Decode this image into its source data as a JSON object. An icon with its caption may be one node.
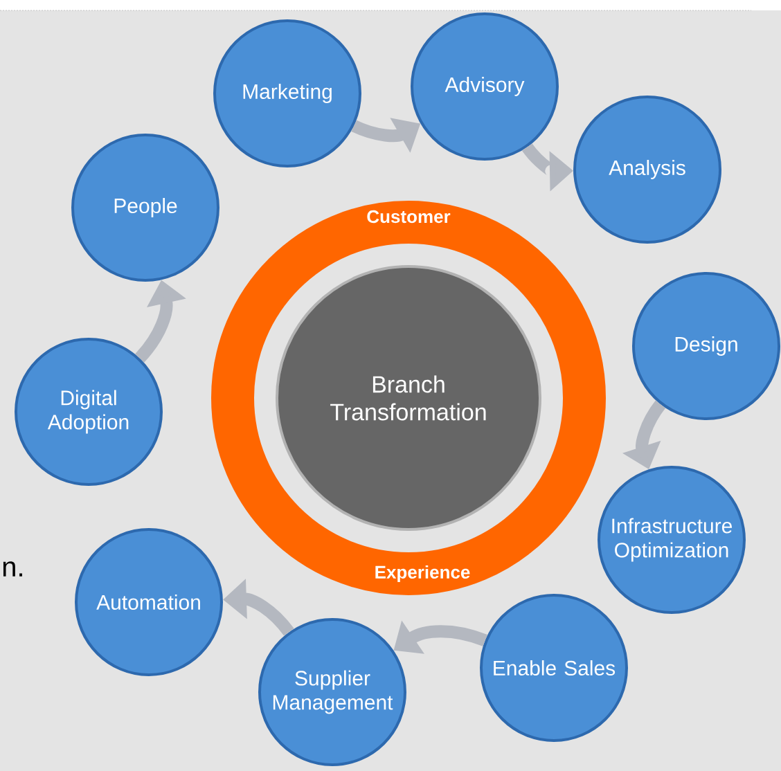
{
  "diagram": {
    "nodes": [
      {
        "text": [
          "Customer",
          "Experience"
        ]
      },
      {
        "text": [
          "Branch Transformation"
        ],
        "in": 0
      },
      {
        "text": [
          "Marketing"
        ]
      },
      {
        "text": [
          "Advisory"
        ]
      },
      {
        "text": [
          "Analysis"
        ]
      },
      {
        "text": [
          "Design"
        ]
      },
      {
        "text": [
          "Infrastructure Optimization"
        ]
      },
      {
        "text": [
          "Enable Sales"
        ]
      },
      {
        "text": [
          "Supplier Management"
        ]
      },
      {
        "text": [
          "Automation"
        ]
      },
      {
        "text": [
          "Digital Adoption"
        ]
      },
      {
        "text": [
          "People"
        ]
      }
    ],
    "edges": [
      {
        "from": 2,
        "to": 3,
        "arrow": "to"
      },
      {
        "from": 3,
        "to": 4,
        "arrow": "to"
      },
      {
        "from": 5,
        "to": 6,
        "arrow": "to"
      },
      {
        "from": 7,
        "to": 8,
        "arrow": "to"
      },
      {
        "from": 8,
        "to": 9,
        "arrow": "to"
      },
      {
        "from": 10,
        "to": 11,
        "arrow": "to"
      }
    ],
    "labels": [
      "n."
    ]
  }
}
